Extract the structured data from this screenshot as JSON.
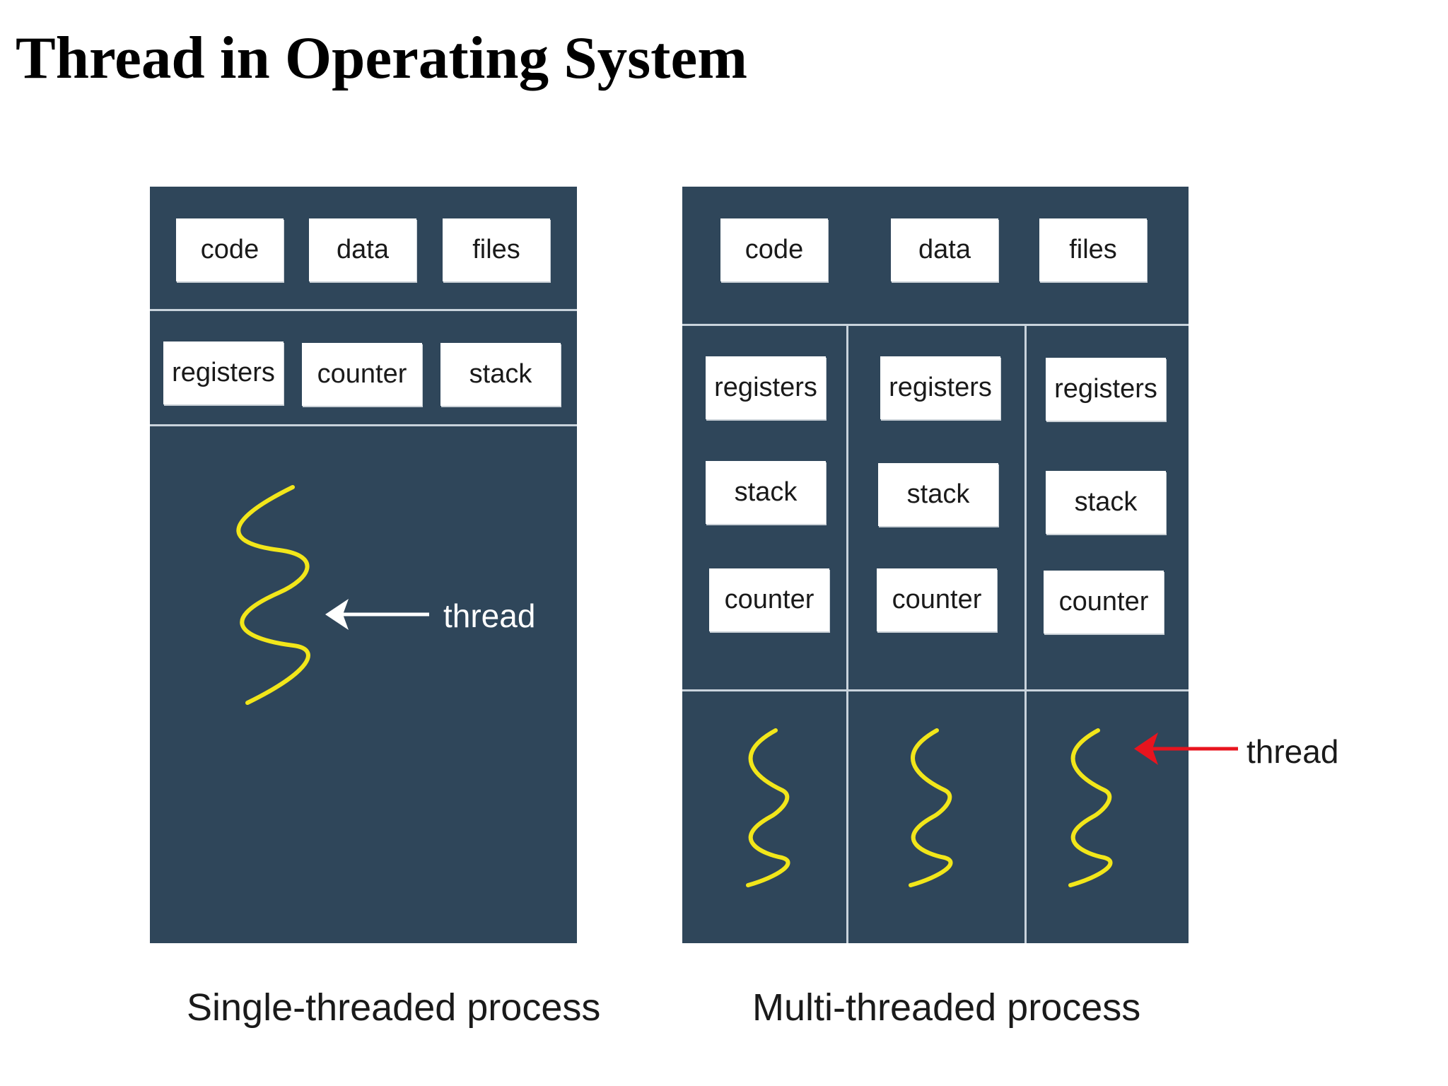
{
  "title": "Thread in Operating System",
  "single": {
    "shared": [
      "code",
      "data",
      "files"
    ],
    "thread_state": [
      "registers",
      "counter",
      "stack"
    ],
    "thread_label": "thread",
    "caption": "Single-threaded process"
  },
  "multi": {
    "shared": [
      "code",
      "data",
      "files"
    ],
    "threads": [
      {
        "registers": "registers",
        "stack": "stack",
        "counter": "counter"
      },
      {
        "registers": "registers",
        "stack": "stack",
        "counter": "counter"
      },
      {
        "registers": "registers",
        "stack": "stack",
        "counter": "counter"
      }
    ],
    "thread_label": "thread",
    "caption": "Multi-threaded process"
  },
  "colors": {
    "panel": "#2f465a",
    "divider": "#c9d3dc",
    "thread_squiggle": "#f2e61a",
    "arrow_single": "#ffffff",
    "arrow_multi": "#e8141e"
  }
}
